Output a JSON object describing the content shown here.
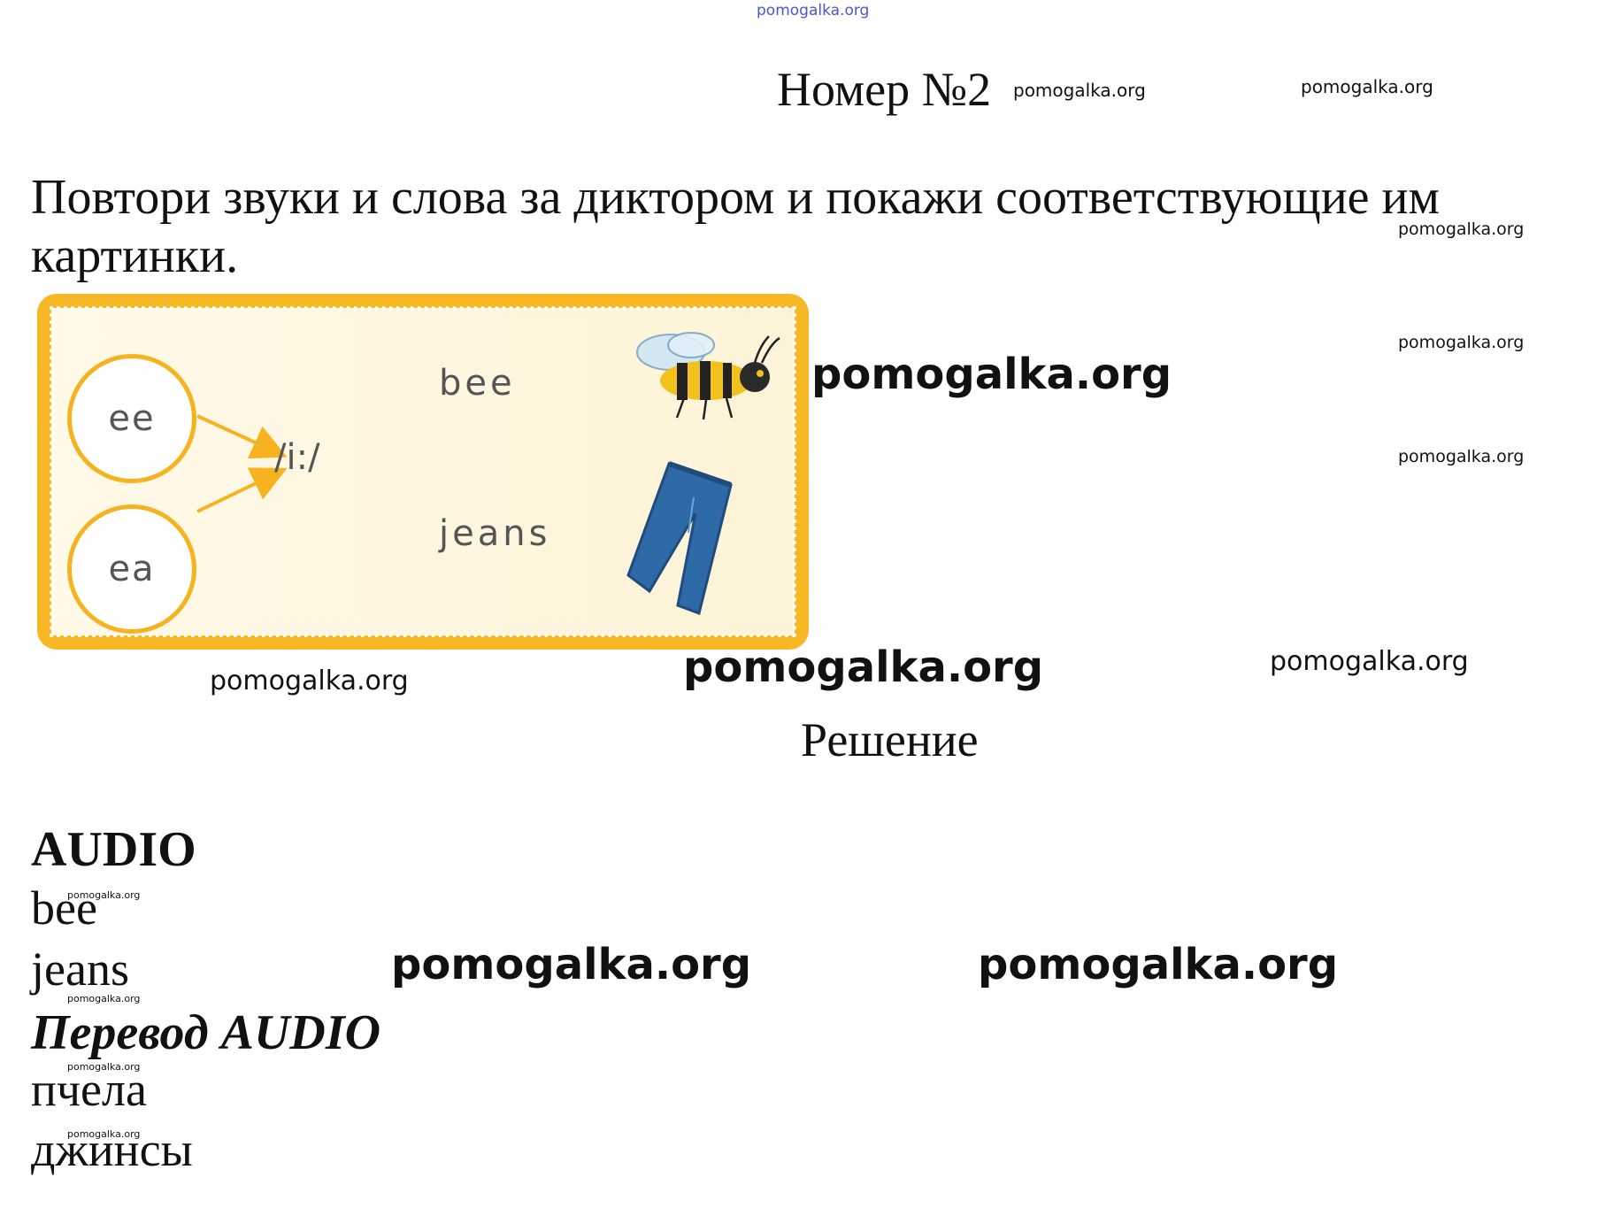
{
  "watermark": "pomogalka.org",
  "header": {
    "title": "Номер №2"
  },
  "task": {
    "instruction": "Повтори звуки и слова за диктором и покажи соответствующие им картинки."
  },
  "picture": {
    "sounds": [
      "ee",
      "ea"
    ],
    "phoneme": "/i:/",
    "words": [
      "bee",
      "jeans"
    ],
    "icons": [
      "bee-icon",
      "jeans-icon"
    ],
    "colors": {
      "frame": "#f8b826",
      "circle_border": "#f6b21f",
      "arrow": "#f6b21f",
      "background": "#fff9e8"
    }
  },
  "solution": {
    "heading": "Решение",
    "audio_heading": "AUDIO",
    "audio_words": [
      "bee",
      "jeans"
    ],
    "translation_heading": "Перевод AUDIO",
    "translation_words": [
      "пчела",
      "джинсы"
    ]
  }
}
